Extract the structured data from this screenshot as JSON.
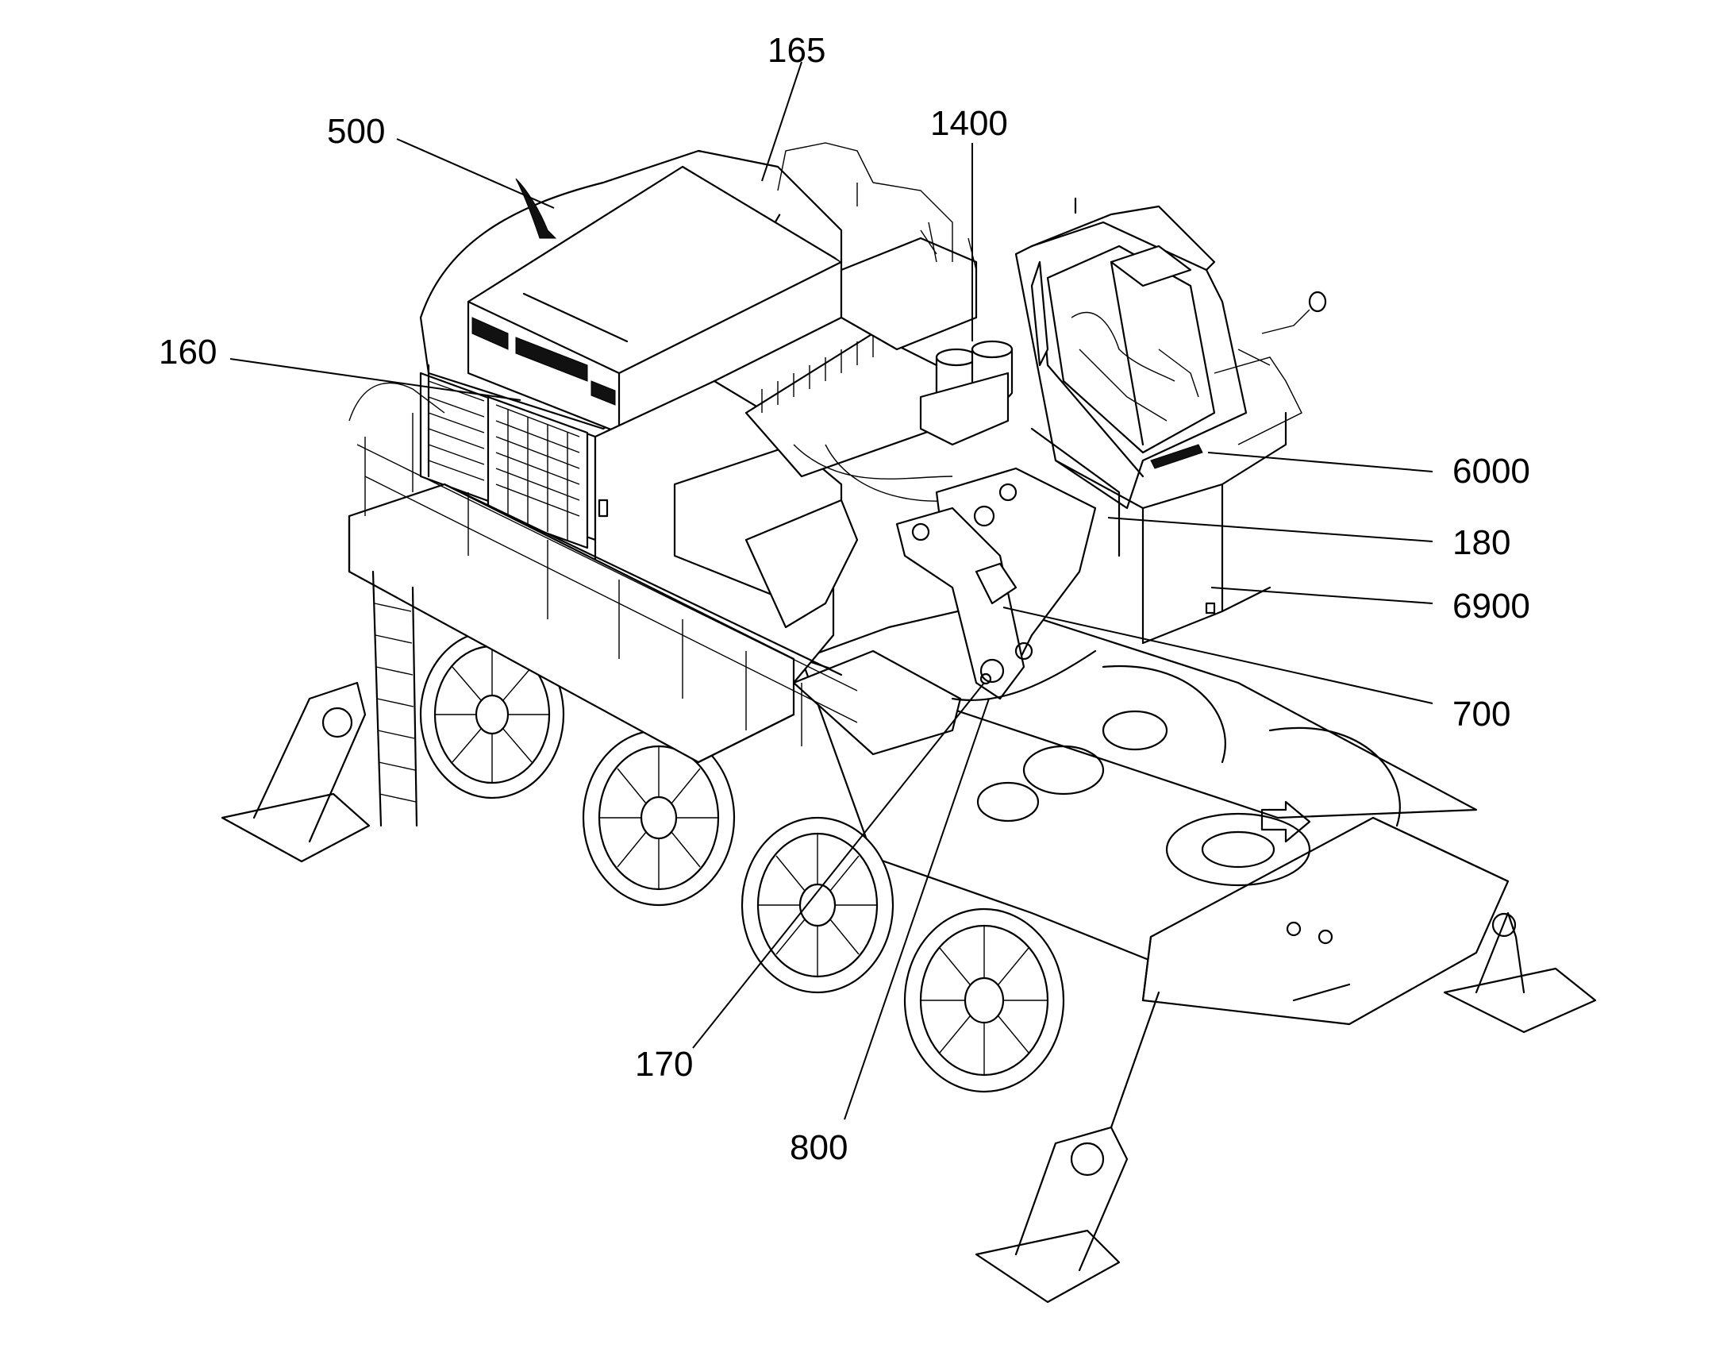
{
  "labels": {
    "l165": "165",
    "l500": "500",
    "l1400": "1400",
    "l160": "160",
    "l6000": "6000",
    "l180": "180",
    "l6900": "6900",
    "l700": "700",
    "l170": "170",
    "l800": "800"
  }
}
